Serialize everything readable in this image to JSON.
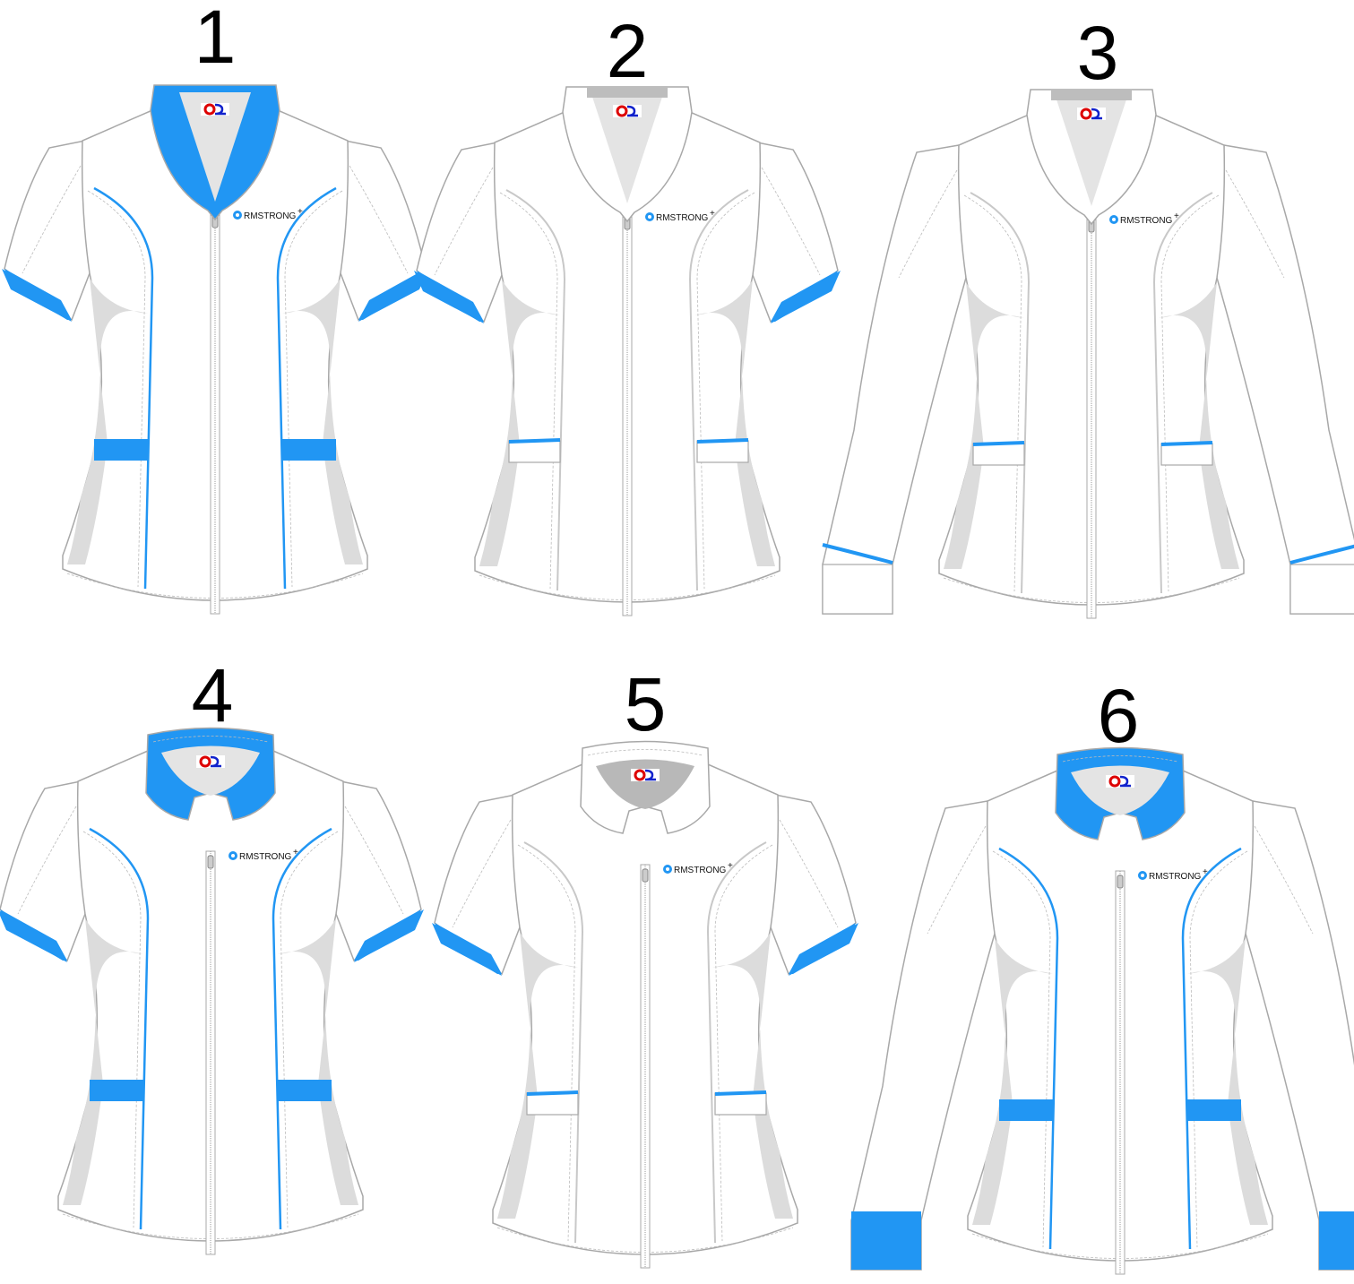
{
  "brand": {
    "logo_text": "RMSTRONG",
    "trademark": "+"
  },
  "colors": {
    "accent": "#2196F3",
    "outline": "#A8A8A8",
    "shade": "#DCDCDC",
    "collar_inner": "#E4E4E4",
    "stand_inner": "#B8B8B8"
  },
  "designs": [
    {
      "number": "1",
      "collar": "v",
      "collar_color": "#2196F3",
      "sleeve": "short",
      "cuff_color": "#2196F3",
      "piping_color": "#2196F3",
      "pocket": "solid"
    },
    {
      "number": "2",
      "collar": "v",
      "collar_color": "#FFFFFF",
      "sleeve": "short",
      "cuff_color": "#2196F3",
      "piping_color": "#C8C8C8",
      "pocket": "welt"
    },
    {
      "number": "3",
      "collar": "v",
      "collar_color": "#FFFFFF",
      "sleeve": "long",
      "cuff_color": "line",
      "piping_color": "#C8C8C8",
      "pocket": "welt"
    },
    {
      "number": "4",
      "collar": "stand",
      "collar_color": "#2196F3",
      "sleeve": "short",
      "cuff_color": "#2196F3",
      "piping_color": "#2196F3",
      "pocket": "solid"
    },
    {
      "number": "5",
      "collar": "stand",
      "collar_color": "#FFFFFF",
      "sleeve": "short",
      "cuff_color": "#2196F3",
      "piping_color": "#C8C8C8",
      "pocket": "welt"
    },
    {
      "number": "6",
      "collar": "stand",
      "collar_color": "#2196F3",
      "sleeve": "long",
      "cuff_color": "#2196F3",
      "piping_color": "#2196F3",
      "pocket": "solid"
    }
  ]
}
